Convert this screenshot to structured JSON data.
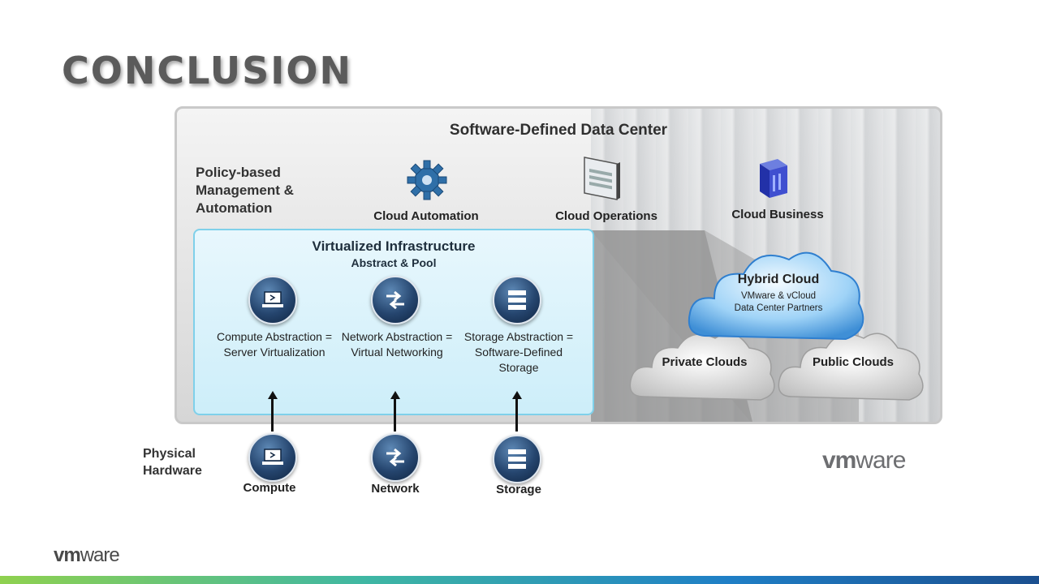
{
  "slide": {
    "title": "CONCLUSION"
  },
  "sddc": {
    "title": "Software-Defined Data Center",
    "policy_label": "Policy-based Management & Automation",
    "top_items": [
      {
        "label": "Cloud Automation",
        "icon": "gear-icon"
      },
      {
        "label": "Cloud Operations",
        "icon": "monitor-panel-icon"
      },
      {
        "label": "Cloud Business",
        "icon": "cube-server-icon"
      }
    ],
    "virtualized": {
      "title": "Virtualized Infrastructure",
      "subtitle": "Abstract & Pool",
      "items": [
        {
          "label": "Compute Abstraction = Server Virtualization",
          "icon": "laptop-icon"
        },
        {
          "label": "Network Abstraction = Virtual Networking",
          "icon": "exchange-arrows-icon"
        },
        {
          "label": "Storage Abstraction = Software-Defined Storage",
          "icon": "storage-stack-icon"
        }
      ]
    },
    "clouds": {
      "hybrid": {
        "title": "Hybrid Cloud",
        "text": "VMware & vCloud Data Center Partners"
      },
      "private": {
        "title": "Private Clouds"
      },
      "public": {
        "title": "Public Clouds"
      }
    }
  },
  "physical": {
    "label": "Physical Hardware",
    "items": [
      {
        "label": "Compute",
        "icon": "laptop-icon"
      },
      {
        "label": "Network",
        "icon": "exchange-arrows-icon"
      },
      {
        "label": "Storage",
        "icon": "storage-stack-icon"
      }
    ]
  },
  "branding": {
    "logo_vm": "vm",
    "logo_ware": "ware"
  },
  "colors": {
    "accent_blue": "#25456e",
    "vi_fill": "#cdeef9",
    "vi_border": "#7fd0ea"
  }
}
